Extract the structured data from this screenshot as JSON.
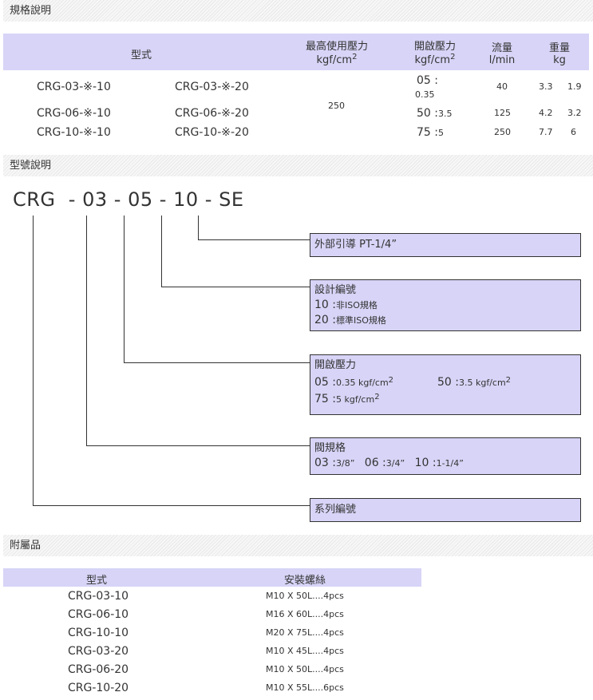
{
  "sections": {
    "spec": "規格說明",
    "model": "型號說明",
    "accessories": "附屬品"
  },
  "spec_table": {
    "headers": {
      "type": "型式",
      "pressure_line1": "最高使用壓力",
      "pressure_line2": "kgf/cm",
      "crack_line1": "開啟壓力",
      "crack_line2": "kgf/cm",
      "flow_line1": "流量",
      "flow_line2": "l/min",
      "weight_line1": "重量",
      "weight_line2": "kg",
      "sup": "2"
    },
    "rows": [
      {
        "model_a": "CRG-03-※-10",
        "model_b": "CRG-03-※-20",
        "crack_code": "05 :",
        "crack_val": "0.35",
        "flow": "40",
        "w1": "3.3",
        "w2": "1.9"
      },
      {
        "model_a": "CRG-06-※-10",
        "model_b": "CRG-06-※-20",
        "crack_code": "50 :",
        "crack_val": "3.5",
        "flow": "125",
        "w1": "4.2",
        "w2": "3.2"
      },
      {
        "model_a": "CRG-10-※-10",
        "model_b": "CRG-10-※-20",
        "crack_code": "75 :",
        "crack_val": "5",
        "flow": "250",
        "w1": "7.7",
        "w2": "6"
      }
    ],
    "max_pressure": "250"
  },
  "model_code": {
    "series": "CRG",
    "d1": "-",
    "size": "03",
    "d2": "-",
    "crack": "05",
    "d3": "-",
    "design": "10",
    "d4": "-",
    "suffix": "SE"
  },
  "boxes": {
    "external": {
      "title": "外部引導 PT-1/4”"
    },
    "design": {
      "title": "設計編號",
      "l1_code": "10 :",
      "l1_text": "非ISO規格",
      "l2_code": "20 :",
      "l2_text": "標準ISO規格"
    },
    "crack": {
      "title": "開啟壓力",
      "a_code": "05 :",
      "a_text": "0.35 kgf/cm",
      "b_code": "50 :",
      "b_text": "3.5 kgf/cm",
      "c_code": "75 :",
      "c_text": "5 kgf/cm",
      "sup": "2"
    },
    "size": {
      "title": "閥規格",
      "a_code": "03 :",
      "a_text": "3/8”",
      "b_code": "06 :",
      "b_text": "3/4”",
      "c_code": "10 :",
      "c_text": "1-1/4”"
    },
    "series": {
      "title": "系列編號"
    }
  },
  "acc_table": {
    "headers": {
      "type": "型式",
      "bolt": "安裝螺絲"
    },
    "rows": [
      {
        "model": "CRG-03-10",
        "bolt": "M10 X 50L....4pcs"
      },
      {
        "model": "CRG-06-10",
        "bolt": "M16 X 60L....4pcs"
      },
      {
        "model": "CRG-10-10",
        "bolt": "M20 X 75L....4pcs"
      },
      {
        "model": "CRG-03-20",
        "bolt": "M10 X 45L....4pcs"
      },
      {
        "model": "CRG-06-20",
        "bolt": "M10 X 50L....4pcs"
      },
      {
        "model": "CRG-10-20",
        "bolt": "M10 X 55L....6pcs"
      }
    ]
  }
}
